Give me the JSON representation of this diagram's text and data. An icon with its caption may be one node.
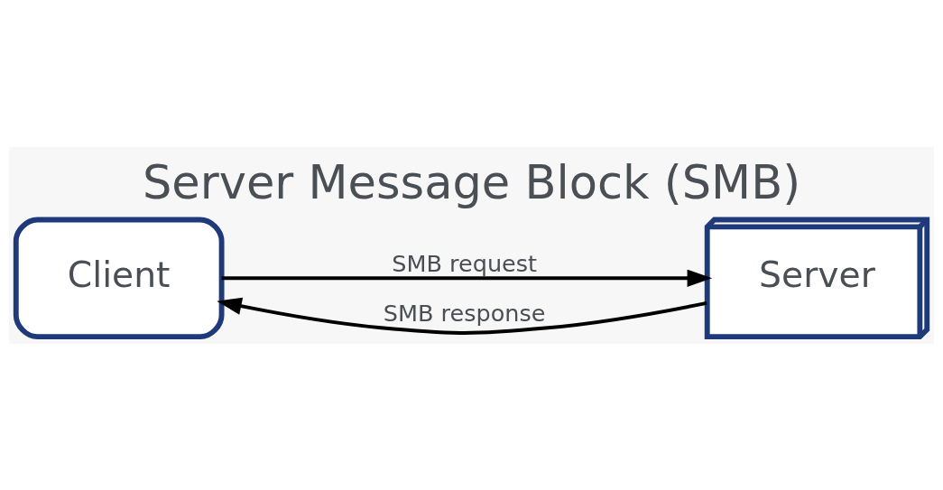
{
  "diagram": {
    "title": "Server Message Block (SMB)",
    "nodes": [
      {
        "text": [
          "Client"
        ]
      },
      {
        "text": [
          "Server"
        ]
      }
    ],
    "edges": [
      {
        "from": 0,
        "to": 1,
        "arrow": "to",
        "label": "SMB request"
      },
      {
        "from": 1,
        "to": 0,
        "arrow": "to",
        "label": "SMB response"
      }
    ]
  }
}
